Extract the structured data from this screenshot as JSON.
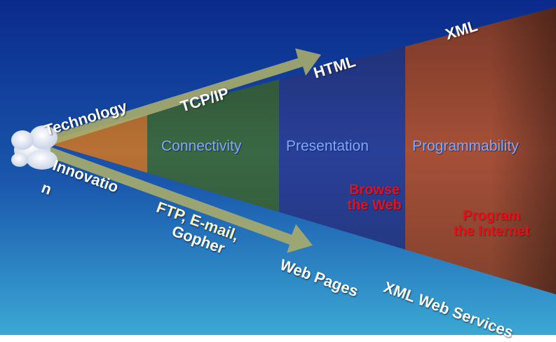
{
  "axes": {
    "top": "Technology",
    "bottom_line1": "Innovatio",
    "bottom_line2": "n"
  },
  "technologies": {
    "tcpip": "TCP/IP",
    "html": "HTML",
    "xml": "XML"
  },
  "innovations": {
    "ftp_line1": "FTP, E-mail,",
    "ftp_line2": "Gopher",
    "web_pages": "Web Pages",
    "xml_web_services": "XML Web Services"
  },
  "stages": {
    "connectivity": "Connectivity",
    "presentation": "Presentation",
    "programmability": "Programmability"
  },
  "outcomes": {
    "browse_line1": "Browse",
    "browse_line2": "the Web",
    "program_line1": "Program",
    "program_line2": "the Internet"
  },
  "colors": {
    "bg_top": "#0a2a8c",
    "bg_bottom": "#3ba8d4",
    "segment_orange": "#c8742a",
    "segment_green": "#3f6b35",
    "segment_blue": "#2b3f98",
    "segment_rust": "#b2502f",
    "arrow": "#a8ac6c",
    "outcome_red": "#e3121a"
  }
}
